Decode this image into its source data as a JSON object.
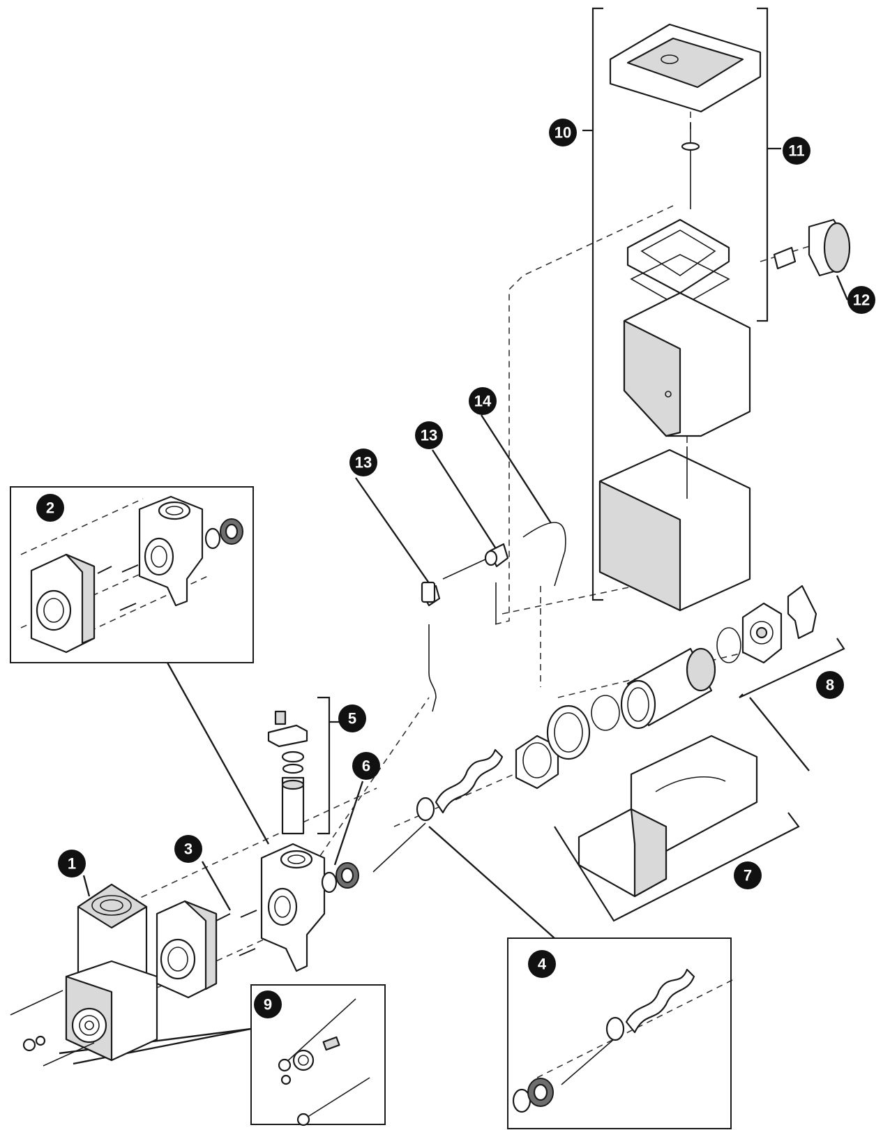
{
  "callouts": [
    {
      "id": "c1",
      "label": "1"
    },
    {
      "id": "c2",
      "label": "2"
    },
    {
      "id": "c3",
      "label": "3"
    },
    {
      "id": "c4",
      "label": "4"
    },
    {
      "id": "c5",
      "label": "5"
    },
    {
      "id": "c6",
      "label": "6"
    },
    {
      "id": "c7",
      "label": "7"
    },
    {
      "id": "c8",
      "label": "8"
    },
    {
      "id": "c9",
      "label": "9"
    },
    {
      "id": "c10",
      "label": "10"
    },
    {
      "id": "c11",
      "label": "11"
    },
    {
      "id": "c12",
      "label": "12"
    },
    {
      "id": "c13a",
      "label": "13"
    },
    {
      "id": "c13b",
      "label": "13"
    },
    {
      "id": "c14",
      "label": "14"
    }
  ],
  "colors": {
    "line": "#1a1a1a",
    "callout_fill": "#111111",
    "callout_text": "#ffffff",
    "part_shade": "#d9d9d9"
  }
}
